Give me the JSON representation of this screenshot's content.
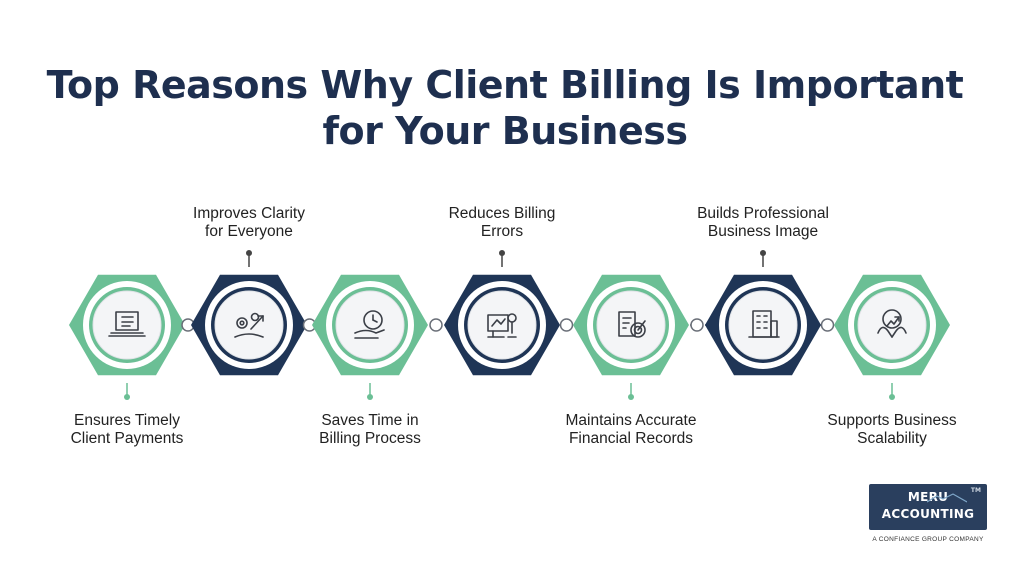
{
  "title": {
    "line1": "Top Reasons Why Client Billing Is Important",
    "line2": "for Your Business"
  },
  "steps": [
    {
      "label": [
        "Ensures Timely",
        "Client Payments"
      ],
      "position": "bottom",
      "color": "#6bbf95",
      "icon": "invoice-laptop-icon"
    },
    {
      "label": [
        "Improves Clarity",
        "for Everyone"
      ],
      "position": "top",
      "color": "#1f3556",
      "icon": "gears-growth-icon"
    },
    {
      "label": [
        "Saves Time in",
        "Billing Process"
      ],
      "position": "bottom",
      "color": "#6bbf95",
      "icon": "clock-hand-icon"
    },
    {
      "label": [
        "Reduces Billing",
        "Errors"
      ],
      "position": "top",
      "color": "#1f3556",
      "icon": "error-review-icon"
    },
    {
      "label": [
        "Maintains Accurate",
        "Financial Records"
      ],
      "position": "bottom",
      "color": "#6bbf95",
      "icon": "report-target-icon"
    },
    {
      "label": [
        "Builds Professional",
        "Business Image"
      ],
      "position": "top",
      "color": "#1f3556",
      "icon": "office-building-icon"
    },
    {
      "label": [
        "Supports Business",
        "Scalability"
      ],
      "position": "bottom",
      "color": "#6bbf95",
      "icon": "hands-growth-icon"
    }
  ],
  "logo": {
    "line1": "MERU",
    "line2": "ACCOUNTING",
    "tm": "TM",
    "tagline": "A CONFIANCE GROUP COMPANY"
  }
}
